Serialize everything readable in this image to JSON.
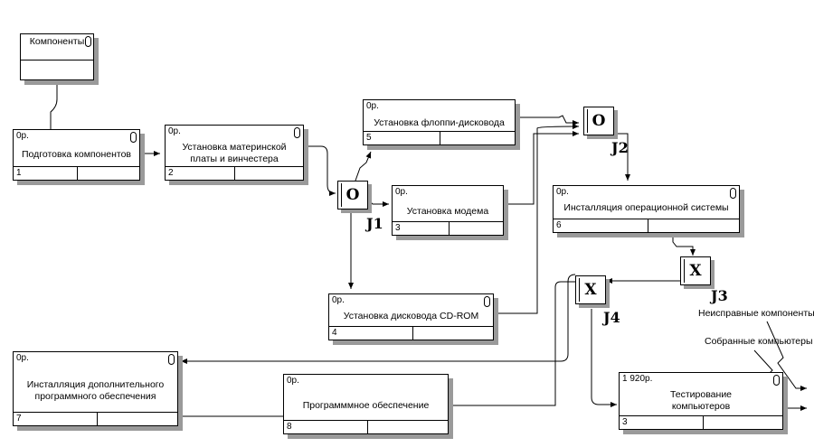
{
  "tunnel_top": {
    "label": "Компоненты"
  },
  "boxes": {
    "b1": {
      "cost": "0р.",
      "title": "Подготовка компонентов",
      "number": "1"
    },
    "b2": {
      "cost": "0р.",
      "title": "Установка материнской платы и винчестера",
      "number": "2"
    },
    "b5": {
      "cost": "0р.",
      "title": "Установка флоппи-дисковода",
      "number": "5"
    },
    "b3": {
      "cost": "0р.",
      "title": "Установка модема",
      "number": "3"
    },
    "b4": {
      "cost": "0р.",
      "title": "Установка дисковода CD-ROM",
      "number": "4"
    },
    "b6": {
      "cost": "0р.",
      "title": "Инсталляция операционной системы",
      "number": "6"
    },
    "b7": {
      "cost": "0р.",
      "title": "Инсталляция дополнительного программного обеспечения",
      "number": "7"
    },
    "b8": {
      "cost": "0р.",
      "title": "Программмное обеспечение",
      "number": "8"
    },
    "b3t": {
      "cost": "1 920р.",
      "title": "Тестирование компьютеров",
      "number": "3"
    }
  },
  "junctions": {
    "j1": {
      "symbol": "O",
      "label": "J1"
    },
    "j2": {
      "symbol": "O",
      "label": "J2"
    },
    "j3": {
      "symbol": "X",
      "label": "J3"
    },
    "j4": {
      "symbol": "X",
      "label": "J4"
    }
  },
  "outputs": {
    "faulty": "Неисправные компоненты",
    "assembled": "Собранные компьютеры"
  }
}
